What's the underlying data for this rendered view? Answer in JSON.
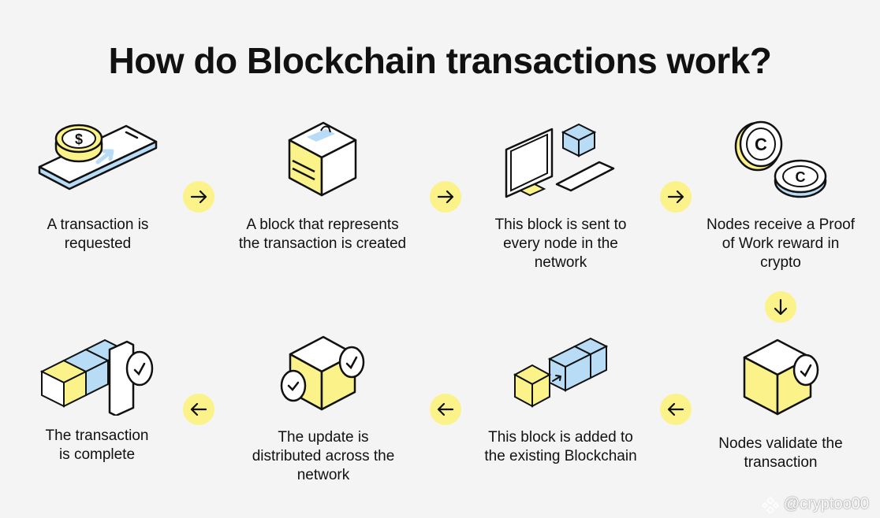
{
  "title": "How do Blockchain transactions work?",
  "steps": [
    {
      "label": "A transaction is requested"
    },
    {
      "label": "A block that represents the transaction is created"
    },
    {
      "label": "This block is sent to every node in the network"
    },
    {
      "label": "Nodes receive a Proof of Work reward in crypto"
    },
    {
      "label": "Nodes validate the transaction"
    },
    {
      "label": "This block is added to the existing Blockchain"
    },
    {
      "label": "The update is distributed across the network"
    },
    {
      "label": "The transaction is complete"
    }
  ],
  "watermark": "@cryptoo00",
  "colors": {
    "yellow": "#fbf38a",
    "blue": "#b8dcf6",
    "outline": "#111111",
    "background": "#f4f4f4"
  }
}
